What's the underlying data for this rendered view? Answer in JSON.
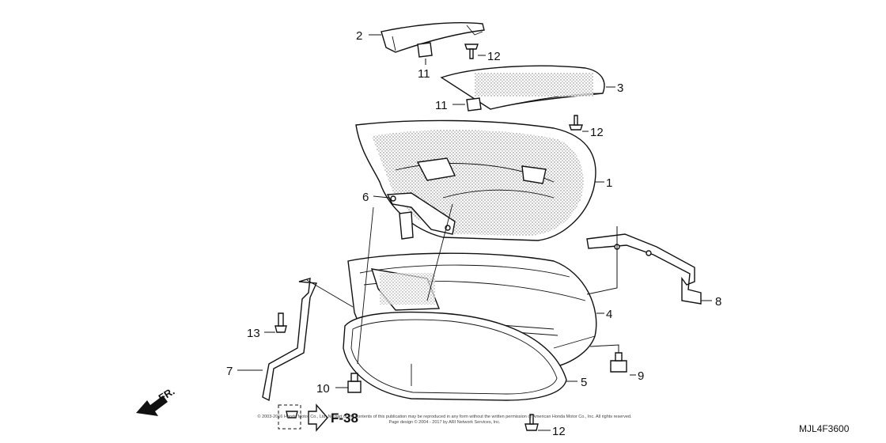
{
  "callouts": {
    "c1": "1",
    "c2": "2",
    "c3": "3",
    "c4": "4",
    "c5": "5",
    "c6": "6",
    "c7": "7",
    "c8": "8",
    "c9": "9",
    "c10": "10",
    "c11a": "11",
    "c11b": "11",
    "c12a": "12",
    "c12b": "12",
    "c12c": "12",
    "c13": "13"
  },
  "reference": "F-38",
  "direction": "FR.",
  "diagram_code": "MJL4F3600",
  "copyright_line1": "© 2003-2016 Honda Motor Co., Ltd. No part of the contents of this publication may be reproduced in any form without the written permission of American Honda Motor Co., Inc. All rights reserved.",
  "copyright_line2": "Page design © 2004 - 2017 by ARI Network Services, Inc."
}
